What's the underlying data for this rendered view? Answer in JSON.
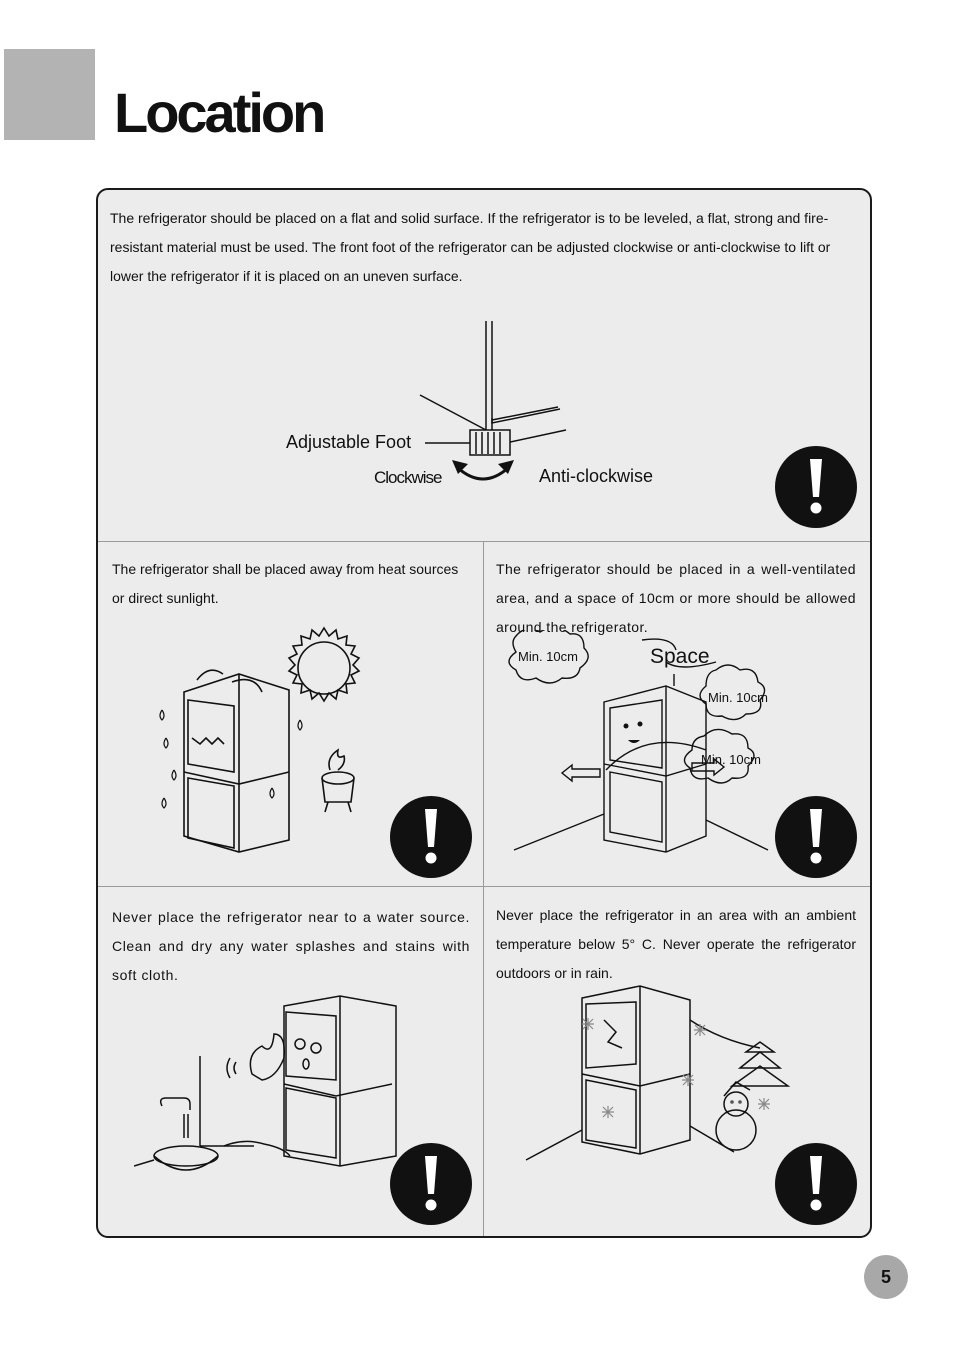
{
  "page": {
    "title": "Location",
    "number": "5"
  },
  "sections": {
    "surface": {
      "text": "The refrigerator should be placed on a flat and solid surface. If the refrigerator is to be leveled, a flat, strong and fire-resistant material must be used. The front foot of the refrigerator can be adjusted clockwise or anti-clockwise to lift or lower the refrigerator if it is placed on an uneven surface.",
      "labels": {
        "foot": "Adjustable Foot",
        "clockwise": "Clockwise",
        "anticlockwise": "Anti-clockwise"
      }
    },
    "heat": {
      "text": "The refrigerator shall be placed away from heat sources or direct sunlight."
    },
    "ventilation": {
      "text": "The refrigerator should be placed in a well-ventilated area, and a space of 10cm or more should be allowed around the refrigerator.",
      "labels": {
        "space": "Space",
        "min_left": "Min. 10cm",
        "min_right_top": "Min. 10cm",
        "min_right_bottom": "Min. 10cm"
      }
    },
    "water": {
      "text": "Never place the refrigerator near to a water source. Clean and dry any water splashes and stains with soft cloth."
    },
    "temperature": {
      "text": "Never place the refrigerator in an area with an ambient temperature below 5° C. Never operate the refrigerator outdoors or in rain."
    }
  },
  "icons": {
    "warning": "exclamation-warning-icon"
  }
}
